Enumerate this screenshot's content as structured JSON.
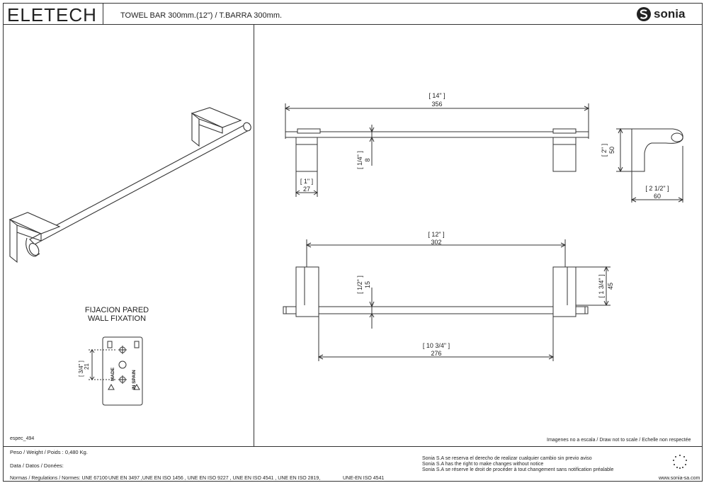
{
  "header": {
    "brand": "ELETECH",
    "product_title": "TOWEL BAR 300mm.(12\") / T.BARRA 300mm.",
    "logo_text": "sonia"
  },
  "wall_fixation": {
    "line1": "FIJACION PARED",
    "line2": "WALL FIXATION",
    "dim_inch": "[ 3/4\" ]",
    "dim_mm": "21",
    "stamp_line1": "MADE",
    "stamp_line2": "IN SPAIN"
  },
  "dimensions": {
    "top_length_inch": "[ 14\" ]",
    "top_length_mm": "356",
    "bar_diameter_inch": "[ 1/4\" ]",
    "bar_diameter_mm": "8",
    "bracket_width_inch": "[ 1\" ]",
    "bracket_width_mm": "27",
    "side_height_inch": "[ 2\" ]",
    "side_height_mm": "50",
    "side_depth_inch": "[ 2 1/2\" ]",
    "side_depth_mm": "60",
    "front_length_inch": "[ 12\" ]",
    "front_length_mm": "302",
    "front_half_inch": "[ 1/2\" ]",
    "front_half_mm": "15",
    "front_height_inch": "[ 1 3/4\" ]",
    "front_height_mm": "45",
    "front_inner_inch": "[ 10 3/4\" ]",
    "front_inner_mm": "276"
  },
  "footer": {
    "spec_code": "espec_494",
    "scale_note": "Imagenes no a escala / Draw not to scale / Echelle non respectée",
    "weight": "Peso / Weight / Poids : 0,480 Kg.",
    "data": "Data / Datos / Donées:",
    "regulations_label": "Normas / Regulations / Normes: UNE 67100",
    "regulations_list": "UNE EN 3497 ,UNE EN ISO 1456 , UNE EN ISO 9227 , UNE EN ISO 4541 , UNE EN ISO 2819,",
    "regulations_extra": "UNE-EN ISO 4541",
    "rights_es": "Sonia S.A se reserva el derecho de realizar cualquier cambio sin previo aviso",
    "rights_en": "Sonia S.A has the right to make changes without notice",
    "rights_fr": "Sonia S.A se réserve le droit de procéder à tout changement sans notification préalable",
    "website": "www.sonia-sa.com"
  },
  "colors": {
    "line": "#333333",
    "text": "#222222",
    "eu_star": "#222222"
  }
}
